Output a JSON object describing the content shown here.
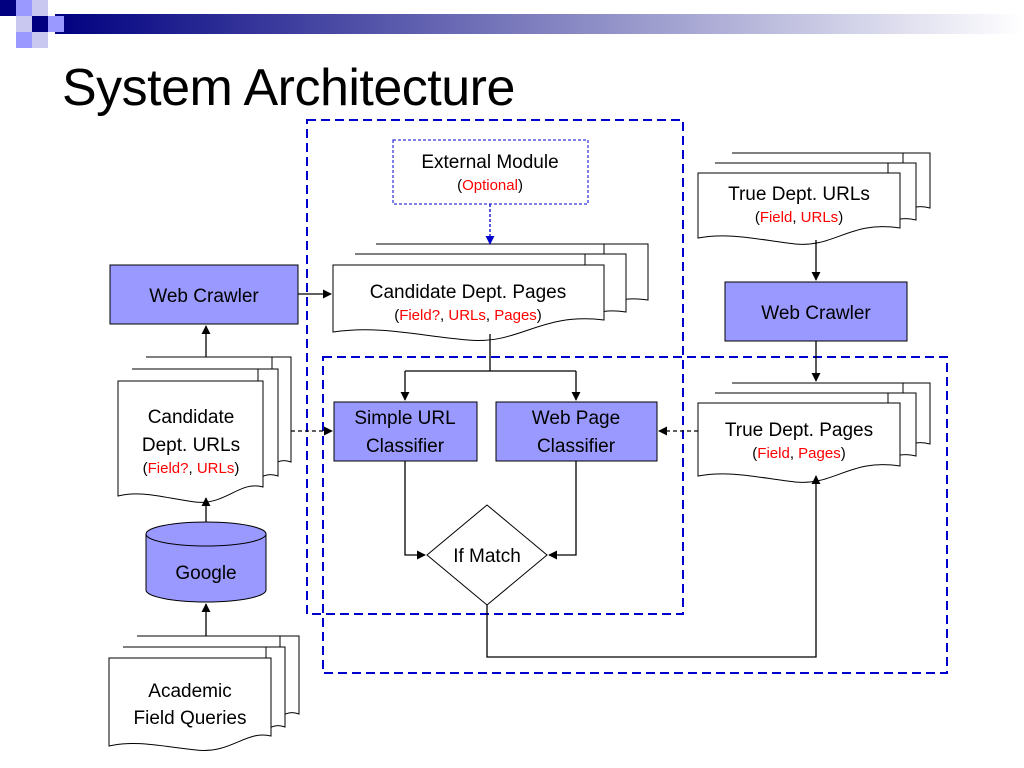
{
  "slide": {
    "title": "System Architecture"
  },
  "colors": {
    "accent_fill": "#9999ff",
    "dashed_border": "#0000cc",
    "highlight_text": "#ff0000",
    "line": "#000000",
    "header_dark": "#000080"
  },
  "diagram": {
    "external_module": {
      "label": "External Module",
      "tag": "Optional"
    },
    "candidate_pages": {
      "label": "Candidate Dept. Pages",
      "tags": [
        "Field?",
        "URLs",
        "Pages"
      ]
    },
    "web_crawler_left": {
      "label": "Web Crawler"
    },
    "web_crawler_right": {
      "label": "Web Crawler"
    },
    "true_urls": {
      "label": "True Dept. URLs",
      "tags": [
        "Field",
        "URLs"
      ]
    },
    "true_pages": {
      "label": "True Dept. Pages",
      "tags": [
        "Field",
        "Pages"
      ]
    },
    "candidate_urls": {
      "line1": "Candidate",
      "line2": "Dept. URLs",
      "tags": [
        "Field?",
        "URLs"
      ]
    },
    "simple_url_classifier": {
      "line1": "Simple URL",
      "line2": "Classifier"
    },
    "web_page_classifier": {
      "line1": "Web Page",
      "line2": "Classifier"
    },
    "if_match": {
      "label": "If Match"
    },
    "google": {
      "label": "Google"
    },
    "academic_queries": {
      "line1": "Academic",
      "line2": "Field Queries"
    }
  }
}
